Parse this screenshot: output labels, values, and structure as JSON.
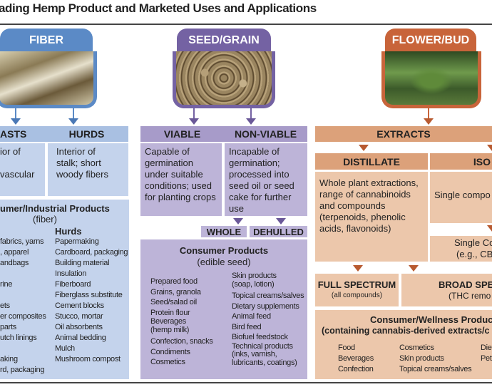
{
  "title": "ading Hemp Product and Marketed Uses and Applications",
  "colors": {
    "fiber": "#5b8ac6",
    "seed": "#7462a3",
    "flower": "#c8643a"
  },
  "fiber": {
    "label": "FIBER",
    "headers": [
      "ASTS",
      "HURDS"
    ],
    "bast_desc": [
      "ior of",
      "",
      "vascular"
    ],
    "hurds_desc": "Interior of stalk; short woody fibers",
    "consumer_title": "umer/Industrial Products",
    "consumer_sub": "(fiber)",
    "hurds_heading": "Hurds",
    "bast_items": [
      "fabrics, yarns",
      ", apparel",
      "andbags",
      "",
      "rine",
      "",
      "ets",
      "er composites",
      "parts",
      "utch linings",
      "",
      "aking",
      "rd, packaging"
    ],
    "hurds_items": [
      "Papermaking",
      "Cardboard, packaging",
      "Building material",
      "Insulation",
      "Fiberboard",
      "Fiberglass substitute",
      "Cement blocks",
      "Stucco, mortar",
      "Oil absorbents",
      "Animal bedding",
      "Mulch",
      "Mushroom compost"
    ]
  },
  "seed": {
    "label": "SEED/GRAIN",
    "headers": [
      "VIABLE",
      "NON-VIABLE"
    ],
    "viable_desc": "Capable of germination under suitable conditions; used for planting crops",
    "nonviable_desc": "Incapable of germination; processed into seed oil or seed cake for further use",
    "whole": "WHOLE",
    "dehulled": "DEHULLED",
    "consumer_title": "Consumer Products",
    "consumer_sub": "(edible seed)",
    "col1": [
      "Prepared food",
      "Grains, granola",
      "Seed/salad oil",
      "Protein flour",
      "Beverages\n(hemp milk)",
      "Confection, snacks",
      "Condiments",
      "Cosmetics"
    ],
    "col2": [
      "Skin products\n(soap, lotion)",
      "Topical creams/salves",
      "Dietary supplements",
      "Animal feed",
      "Bird feed",
      "Biofuel feedstock",
      "Technical products\n(inks, varnish,\nlubricants, coatings)"
    ]
  },
  "flower": {
    "label": "FLOWER/BUD",
    "extracts": "EXTRACTS",
    "distillate": "DISTILLATE",
    "isolate": "ISO",
    "distillate_desc": "Whole plant extractions, range of cannabinoids and compounds (terpenoids, phenolic acids, flavonoids)",
    "isolate_desc": "Single compo",
    "single_co": "Single Co",
    "single_co_sub": "(e.g., CBD",
    "full_spectrum": "FULL SPECTRUM",
    "full_spectrum_sub": "(all compounds)",
    "broad": "BROAD SPEC",
    "broad_sub": "(THC remo",
    "consumer_title": "Consumer/Wellness Produc",
    "consumer_sub": "(containing cannabis-derived extracts/c",
    "col1": [
      "Food",
      "Beverages",
      "Confection"
    ],
    "col2": [
      "Cosmetics",
      "Skin products",
      "Topical creams/salves"
    ],
    "col3": [
      "Diet",
      "Pet"
    ]
  }
}
